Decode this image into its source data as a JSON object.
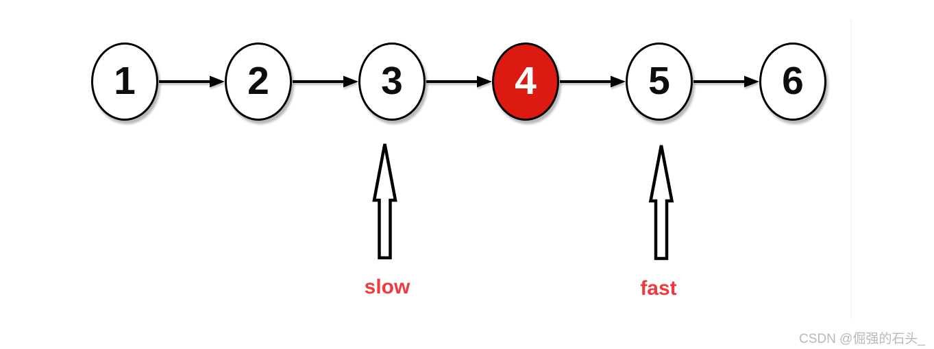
{
  "diagram": {
    "title": "linked-list-fast-slow-pointers",
    "nodes": [
      {
        "value": "1",
        "highlighted": false
      },
      {
        "value": "2",
        "highlighted": false
      },
      {
        "value": "3",
        "highlighted": false
      },
      {
        "value": "4",
        "highlighted": true
      },
      {
        "value": "5",
        "highlighted": false
      },
      {
        "value": "6",
        "highlighted": false
      }
    ],
    "pointers": [
      {
        "label": "slow",
        "points_to_node": "3"
      },
      {
        "label": "fast",
        "points_to_node": "5"
      }
    ],
    "colors": {
      "highlight_fill": "#dd1a11",
      "node_fill": "#ffffff",
      "node_stroke": "#000000",
      "pointer_label_color": "#ee3a3d",
      "watermark_color": "#b9b9b9"
    }
  },
  "watermark": {
    "text": "CSDN @倔强的石头_"
  }
}
